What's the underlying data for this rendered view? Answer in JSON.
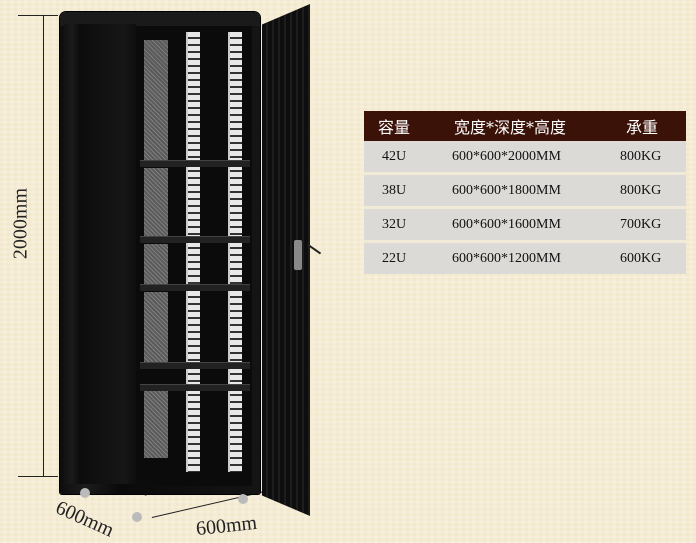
{
  "dimensions": {
    "height_label": "2000mm",
    "depth_label": "600mm",
    "width_label": "600mm"
  },
  "spec_table": {
    "headers": [
      "容量",
      "宽度*深度*高度",
      "承重"
    ],
    "rows": [
      [
        "42U",
        "600*600*2000MM",
        "800KG"
      ],
      [
        "38U",
        "600*600*1800MM",
        "800KG"
      ],
      [
        "32U",
        "600*600*1600MM",
        "700KG"
      ],
      [
        "22U",
        "600*600*1200MM",
        "600KG"
      ]
    ]
  },
  "colors": {
    "background": "#f5ecd4",
    "table_header": "#3a1208",
    "table_row": "#dcdad6"
  }
}
